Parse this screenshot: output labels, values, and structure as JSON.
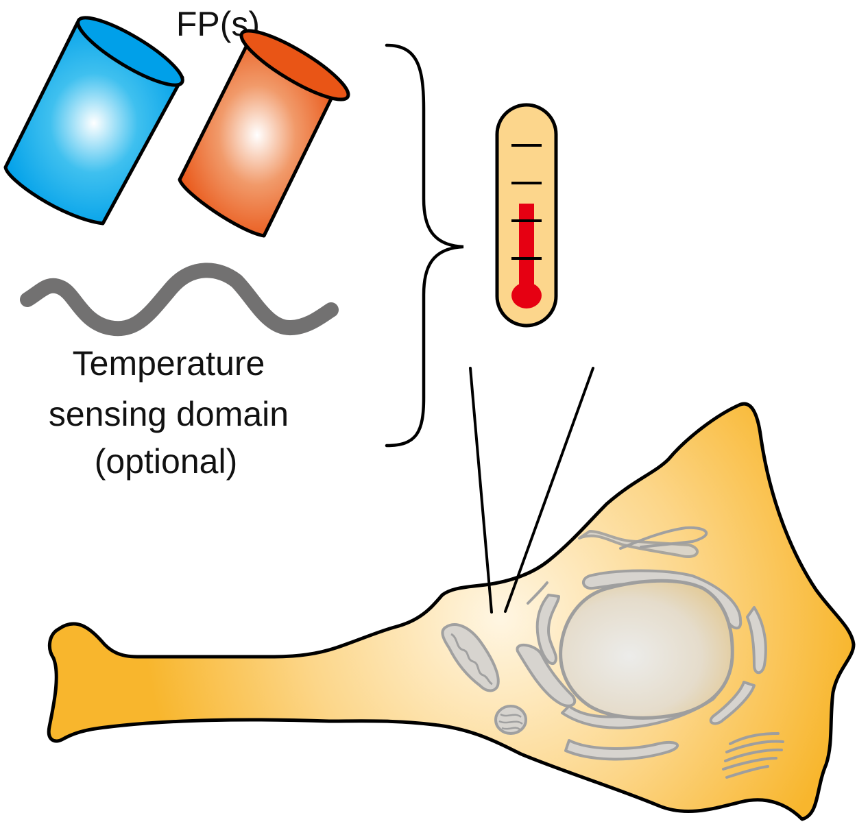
{
  "figure": {
    "fp_label": "FP(s)",
    "sensing_label_lines": [
      "Temperature",
      "sensing domain",
      "(optional)"
    ]
  },
  "components": [
    {
      "name": "Blue fluorescent protein",
      "color": "#00a0e9"
    },
    {
      "name": "Orange fluorescent protein",
      "color": "#e95516"
    },
    {
      "name": "Temperature sensing domain",
      "color": "#727171"
    },
    {
      "name": "Thermometer",
      "color": "#e60012"
    },
    {
      "name": "Cell",
      "color": "#f8b62d"
    }
  ],
  "colors": {
    "blue": "#00a0e9",
    "orange": "#e95516",
    "linker": "#727171",
    "thermo_body": "#fcd68c",
    "thermo_mercury": "#e60012",
    "cell_edge": "#f8b62d",
    "cell_center": "#fff4dd",
    "organelle": "#a0a0a0"
  }
}
